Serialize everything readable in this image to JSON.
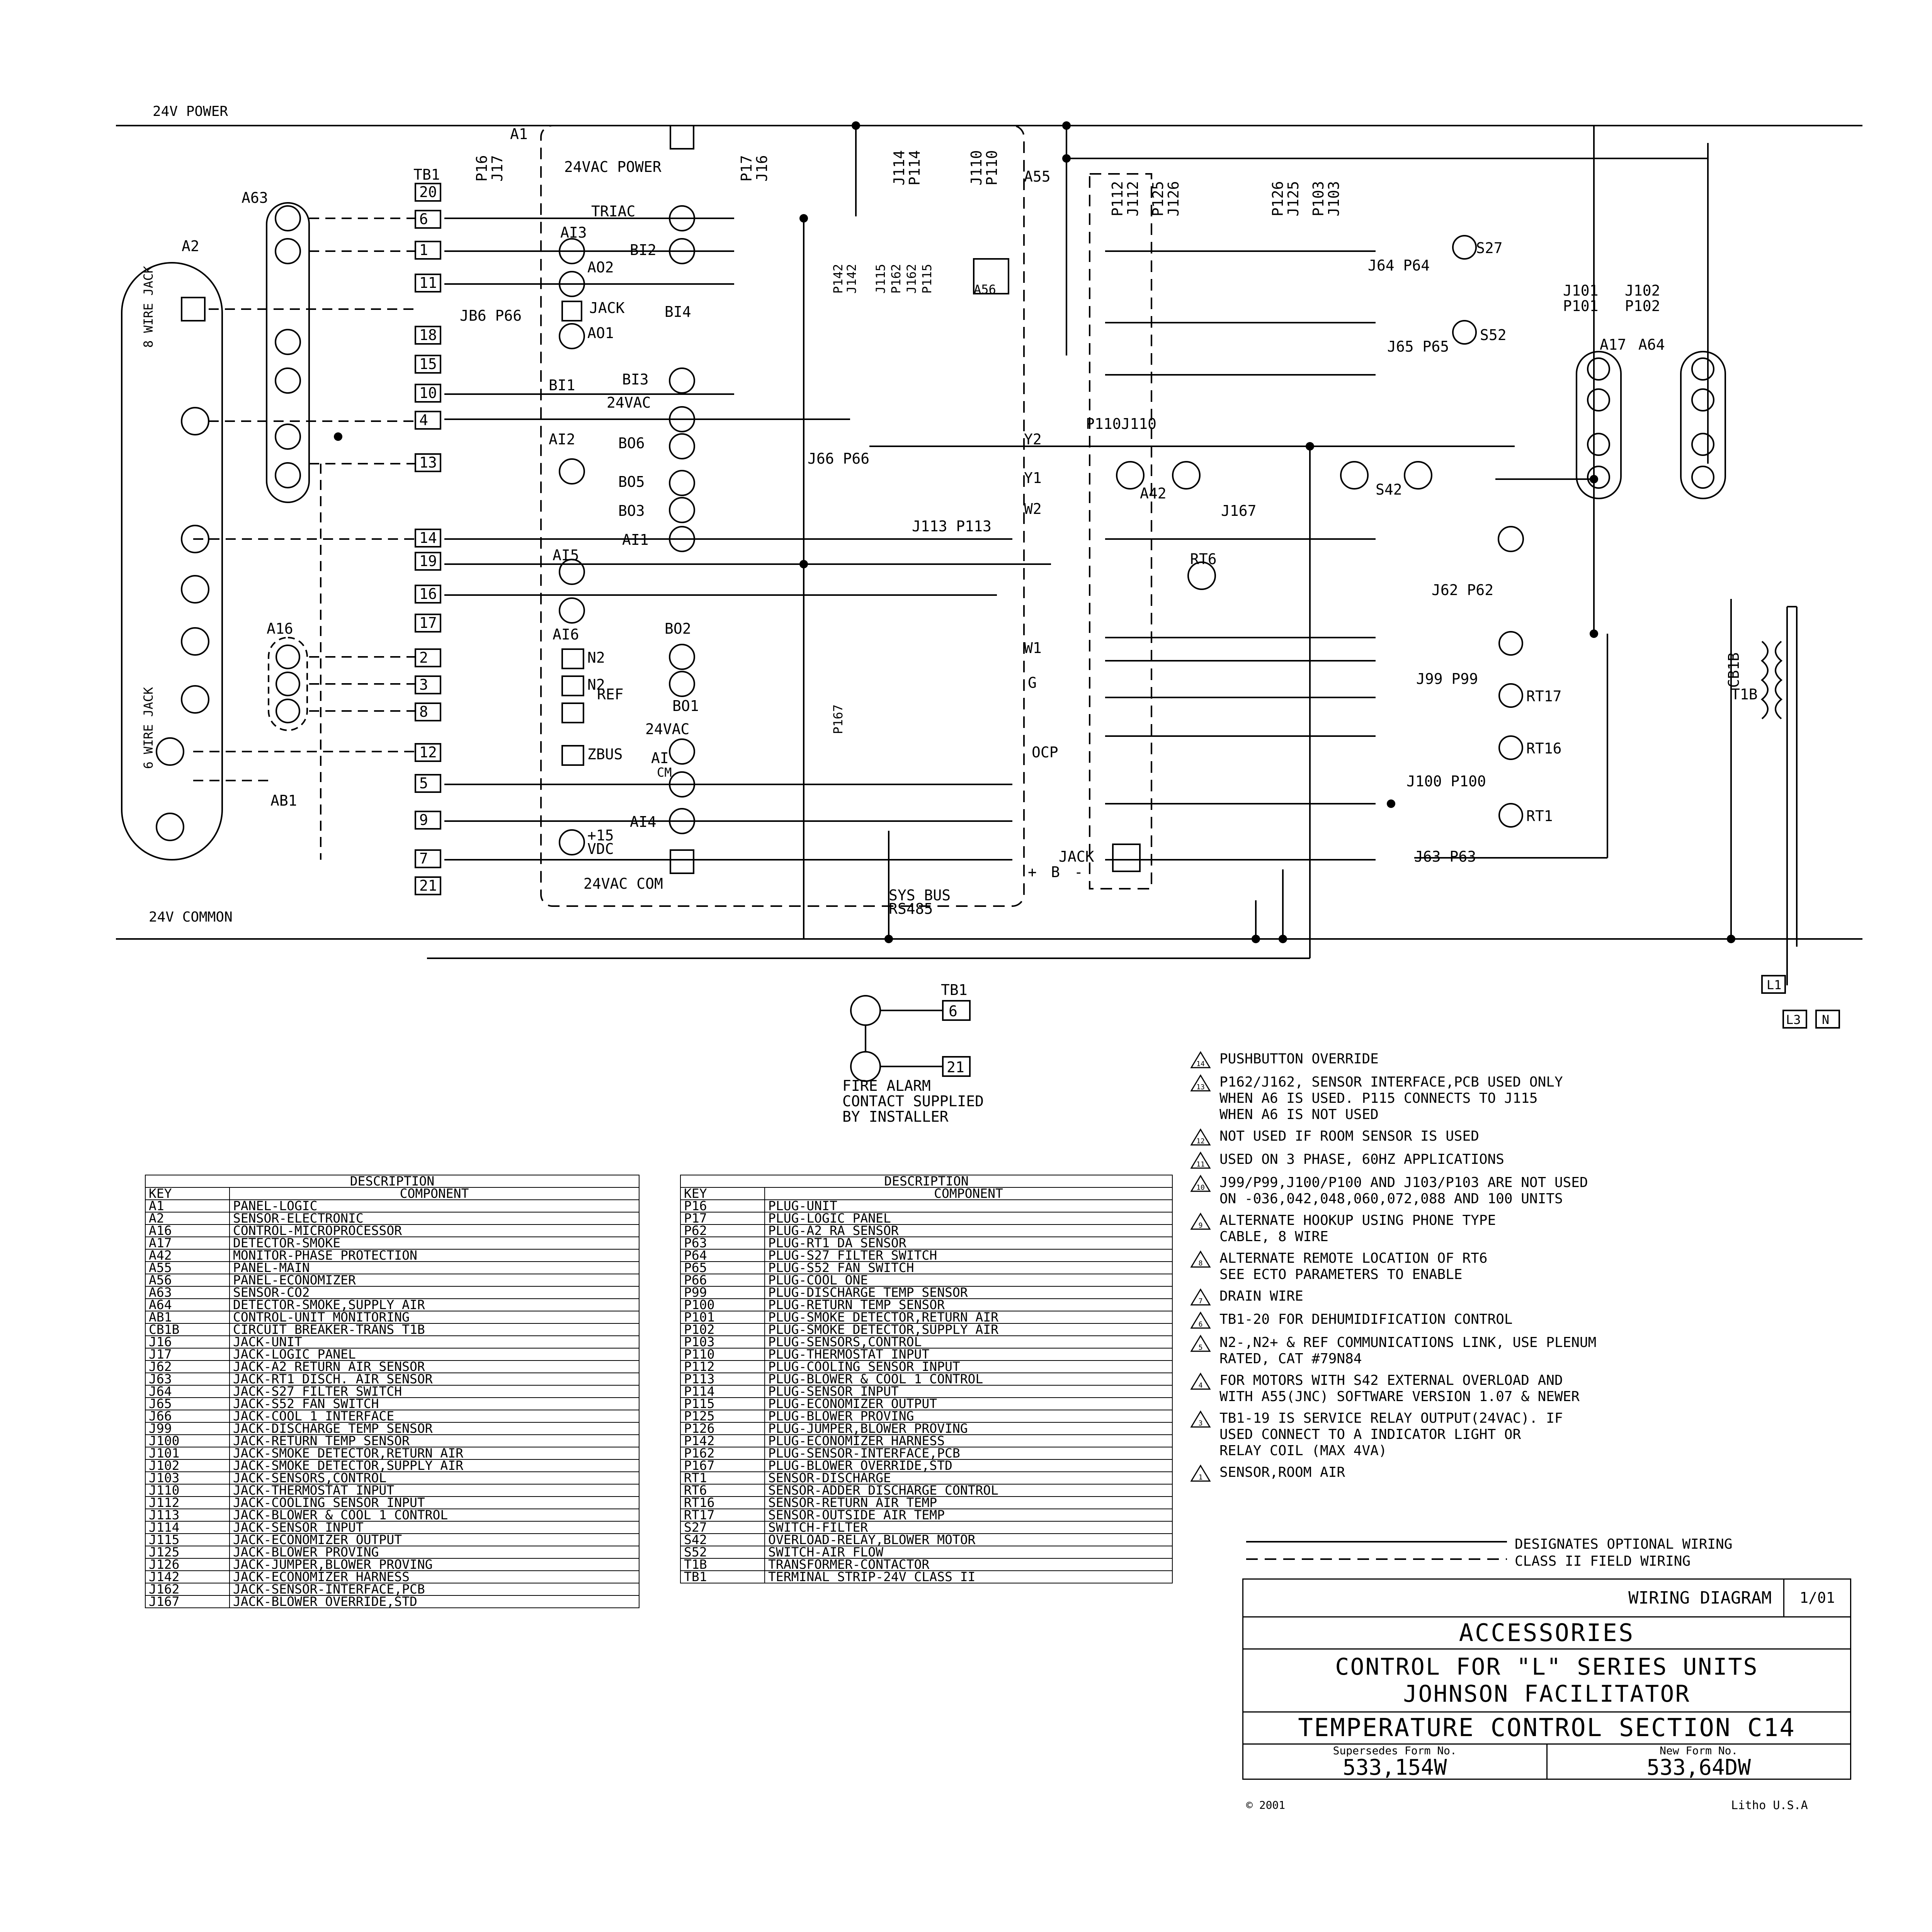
{
  "buses": {
    "power": "24V POWER",
    "common": "24V COMMON"
  },
  "components": {
    "a1": "A1",
    "a2": "A2",
    "a63": "A63",
    "a64": "A64",
    "a17": "A17",
    "a55": "A55",
    "a56": "A56",
    "a42": "A42",
    "a16": "A16",
    "ab1": "AB1",
    "tb1": "TB1",
    "t1b": "T1B",
    "cb1b": "CB1B",
    "s42": "S42",
    "rt6": "RT6"
  },
  "board_labels": {
    "power_24vac": "24VAC POWER",
    "triac": "TRIAC",
    "ai3": "AI3",
    "bi2": "BI2",
    "ao2": "AO2",
    "jack": "JACK",
    "bi4": "BI4",
    "ao1": "AO1",
    "bi3": "BI3",
    "bi1": "BI1",
    "vac24": "24VAC",
    "bo6": "BO6",
    "ai2": "AI2",
    "bo5": "BO5",
    "bo3": "BO3",
    "ai1": "AI1",
    "ai5": "AI5",
    "ai6": "AI6",
    "bo2": "BO2",
    "bo1": "BO1",
    "n2m": "N2",
    "n2p": "N2",
    "ref": "REF",
    "zbus": "ZBUS",
    "vac24b": "24VAC",
    "ai_a": "AI",
    "cm": "CM",
    "ai4": "AI4",
    "v15": "+15",
    "vdc": "VDC",
    "com24": "24VAC COM",
    "sysbus": "SYS BUS",
    "rs485": "RS485",
    "plus": "+",
    "b": "B",
    "minus": "-",
    "jack2": "JACK"
  },
  "wire_jack_8": "8 WIRE JACK",
  "wire_jack_6": "6 WIRE JACK",
  "plug_labels": {
    "p16": "P16",
    "j17": "J17",
    "p17": "P17",
    "j16": "J16",
    "j114": "J114",
    "p114": "P114",
    "j110": "J110",
    "p110": "P110",
    "p112": "P112",
    "j112": "J112",
    "p125": "P125",
    "j126": "J126",
    "p126": "P126",
    "j125": "J125",
    "p103": "P103",
    "j103": "J103",
    "p142": "P142",
    "j142": "J142",
    "j115": "J115",
    "p162": "P162",
    "j162": "J162",
    "p115": "P115",
    "j64p64": "J64 P64",
    "j65p65": "J65 P65",
    "j66p66a": "JB6 P66",
    "j66p66b": "J66 P66",
    "j101": "J101",
    "p101": "P101",
    "j102": "J102",
    "p102": "P102",
    "p110j110": "P110J110",
    "j113p113": "J113 P113",
    "j167": "J167",
    "j62p62": "J62 P62",
    "j99p99": "J99 P99",
    "j100p100": "J100 P100",
    "j63p63": "J63 P63",
    "s27": "S27",
    "s52": "S52",
    "rt1": "RT1",
    "rt16": "RT16",
    "rt17": "RT17",
    "p167": "P167",
    "ocp": "OCP",
    "y2": "Y2",
    "y1": "Y1",
    "w2": "W2",
    "w1": "W1",
    "g": "G"
  },
  "tb1_terminals": [
    "20",
    "6",
    "1",
    "11",
    "18",
    "15",
    "10",
    "4",
    "13",
    "14",
    "19",
    "16",
    "17",
    "2",
    "3",
    "8",
    "12",
    "5",
    "9",
    "7",
    "21"
  ],
  "fire_alarm": {
    "tb1": "TB1",
    "t6": "6",
    "t21": "21",
    "caption": "FIRE ALARM\nCONTACT SUPPLIED\nBY INSTALLER"
  },
  "table_left": {
    "title": "DESCRIPTION",
    "col_key": "KEY",
    "col_component": "COMPONENT",
    "rows": [
      [
        "A1",
        "PANEL-LOGIC"
      ],
      [
        "A2",
        "SENSOR-ELECTRONIC"
      ],
      [
        "A16",
        "CONTROL-MICROPROCESSOR"
      ],
      [
        "A17",
        "DETECTOR-SMOKE"
      ],
      [
        "A42",
        "MONITOR-PHASE PROTECTION"
      ],
      [
        "A55",
        "PANEL-MAIN"
      ],
      [
        "A56",
        "PANEL-ECONOMIZER"
      ],
      [
        "A63",
        "SENSOR-CO2"
      ],
      [
        "A64",
        "DETECTOR-SMOKE,SUPPLY AIR"
      ],
      [
        "AB1",
        "CONTROL-UNIT MONITORING"
      ],
      [
        "CB1B",
        "CIRCUIT BREAKER-TRANS T1B"
      ],
      [
        "J16",
        "JACK-UNIT"
      ],
      [
        "J17",
        "JACK-LOGIC PANEL"
      ],
      [
        "J62",
        "JACK-A2 RETURN AIR SENSOR"
      ],
      [
        "J63",
        "JACK-RT1 DISCH. AIR SENSOR"
      ],
      [
        "J64",
        "JACK-S27 FILTER SWITCH"
      ],
      [
        "J65",
        "JACK-S52 FAN SWITCH"
      ],
      [
        "J66",
        "JACK-COOL 1 INTERFACE"
      ],
      [
        "J99",
        "JACK-DISCHARGE TEMP SENSOR"
      ],
      [
        "J100",
        "JACK-RETURN TEMP SENSOR"
      ],
      [
        "J101",
        "JACK-SMOKE DETECTOR,RETURN AIR"
      ],
      [
        "J102",
        "JACK-SMOKE DETECTOR,SUPPLY AIR"
      ],
      [
        "J103",
        "JACK-SENSORS,CONTROL"
      ],
      [
        "J110",
        "JACK-THERMOSTAT INPUT"
      ],
      [
        "J112",
        "JACK-COOLING SENSOR INPUT"
      ],
      [
        "J113",
        "JACK-BLOWER & COOL 1 CONTROL"
      ],
      [
        "J114",
        "JACK-SENSOR INPUT"
      ],
      [
        "J115",
        "JACK-ECONOMIZER OUTPUT"
      ],
      [
        "J125",
        "JACK-BLOWER PROVING"
      ],
      [
        "J126",
        "JACK-JUMPER,BLOWER PROVING"
      ],
      [
        "J142",
        "JACK-ECONOMIZER HARNESS"
      ],
      [
        "J162",
        "JACK-SENSOR-INTERFACE,PCB"
      ],
      [
        "J167",
        "JACK-BLOWER OVERRIDE,STD"
      ]
    ]
  },
  "table_right": {
    "title": "DESCRIPTION",
    "col_key": "KEY",
    "col_component": "COMPONENT",
    "rows": [
      [
        "P16",
        "PLUG-UNIT"
      ],
      [
        "P17",
        "PLUG-LOGIC PANEL"
      ],
      [
        "P62",
        "PLUG-A2 RA SENSOR"
      ],
      [
        "P63",
        "PLUG-RT1 DA SENSOR"
      ],
      [
        "P64",
        "PLUG-S27 FILTER SWITCH"
      ],
      [
        "P65",
        "PLUG-S52 FAN SWITCH"
      ],
      [
        "P66",
        "PLUG-COOL ONE"
      ],
      [
        "P99",
        "PLUG-DISCHARGE TEMP SENSOR"
      ],
      [
        "P100",
        "PLUG-RETURN TEMP SENSOR"
      ],
      [
        "P101",
        "PLUG-SMOKE DETECTOR,RETURN AIR"
      ],
      [
        "P102",
        "PLUG-SMOKE DETECTOR,SUPPLY AIR"
      ],
      [
        "P103",
        "PLUG-SENSORS,CONTROL"
      ],
      [
        "P110",
        "PLUG-THERMOSTAT INPUT"
      ],
      [
        "P112",
        "PLUG-COOLING SENSOR INPUT"
      ],
      [
        "P113",
        "PLUG-BLOWER & COOL 1 CONTROL"
      ],
      [
        "P114",
        "PLUG-SENSOR INPUT"
      ],
      [
        "P115",
        "PLUG-ECONOMIZER OUTPUT"
      ],
      [
        "P125",
        "PLUG-BLOWER PROVING"
      ],
      [
        "P126",
        "PLUG-JUMPER,BLOWER PROVING"
      ],
      [
        "P142",
        "PLUG-ECONOMIZER HARNESS"
      ],
      [
        "P162",
        "PLUG-SENSOR-INTERFACE,PCB"
      ],
      [
        "P167",
        "PLUG-BLOWER OVERRIDE,STD"
      ],
      [
        "RT1",
        "SENSOR-DISCHARGE"
      ],
      [
        "RT6",
        "SENSOR-ADDER DISCHARGE CONTROL"
      ],
      [
        "RT16",
        "SENSOR-RETURN AIR TEMP"
      ],
      [
        "RT17",
        "SENSOR-OUTSIDE AIR TEMP"
      ],
      [
        "S27",
        "SWITCH-FILTER"
      ],
      [
        "S42",
        "OVERLOAD-RELAY,BLOWER MOTOR"
      ],
      [
        "S52",
        "SWITCH-AIR FLOW"
      ],
      [
        "T1B",
        "TRANSFORMER-CONTACTOR"
      ],
      [
        "TB1",
        "TERMINAL STRIP-24V CLASS II"
      ]
    ]
  },
  "notes": [
    {
      "num": "14",
      "text": "PUSHBUTTON OVERRIDE"
    },
    {
      "num": "13",
      "text": "P162/J162, SENSOR INTERFACE,PCB USED ONLY\nWHEN A6 IS USED. P115 CONNECTS TO J115\nWHEN A6 IS NOT USED"
    },
    {
      "num": "12",
      "text": "NOT USED IF ROOM SENSOR IS USED"
    },
    {
      "num": "11",
      "text": "USED ON 3 PHASE, 60HZ APPLICATIONS"
    },
    {
      "num": "10",
      "text": "J99/P99,J100/P100 AND J103/P103 ARE NOT USED\nON -036,042,048,060,072,088 AND 100 UNITS"
    },
    {
      "num": "9",
      "text": "ALTERNATE HOOKUP USING PHONE TYPE\nCABLE, 8 WIRE"
    },
    {
      "num": "8",
      "text": "ALTERNATE REMOTE LOCATION OF RT6\nSEE ECTO PARAMETERS TO ENABLE"
    },
    {
      "num": "7",
      "text": "DRAIN WIRE"
    },
    {
      "num": "6",
      "text": "TB1-20 FOR DEHUMIDIFICATION CONTROL"
    },
    {
      "num": "5",
      "text": "N2-,N2+ & REF COMMUNICATIONS LINK, USE PLENUM\nRATED, CAT #79N84"
    },
    {
      "num": "4",
      "text": "FOR MOTORS WITH S42 EXTERNAL OVERLOAD AND\nWITH A55(JNC) SOFTWARE VERSION 1.07 & NEWER"
    },
    {
      "num": "3",
      "text": "TB1-19 IS SERVICE RELAY OUTPUT(24VAC). IF\nUSED CONNECT TO A INDICATOR LIGHT OR\nRELAY COIL (MAX 4VA)"
    },
    {
      "num": "1",
      "text": "SENSOR,ROOM AIR"
    }
  ],
  "legend_lines": {
    "optional": "DESIGNATES OPTIONAL WIRING",
    "field": "CLASS II FIELD WIRING"
  },
  "title_block": {
    "label": "WIRING DIAGRAM",
    "date": "1/01",
    "section": "ACCESSORIES",
    "title_line1": "CONTROL FOR \"L\" SERIES UNITS",
    "title_line2": "JOHNSON FACILITATOR",
    "subtitle": "TEMPERATURE CONTROL SECTION C14",
    "supersedes_caption": "Supersedes Form No.",
    "supersedes_number": "533,154W",
    "new_caption": "New Form No.",
    "new_number": "533,64DW"
  },
  "footer": {
    "copyright": "© 2001",
    "litho": "Litho U.S.A"
  },
  "power_inputs": {
    "l1": "L1",
    "l3": "L3",
    "n": "N"
  }
}
